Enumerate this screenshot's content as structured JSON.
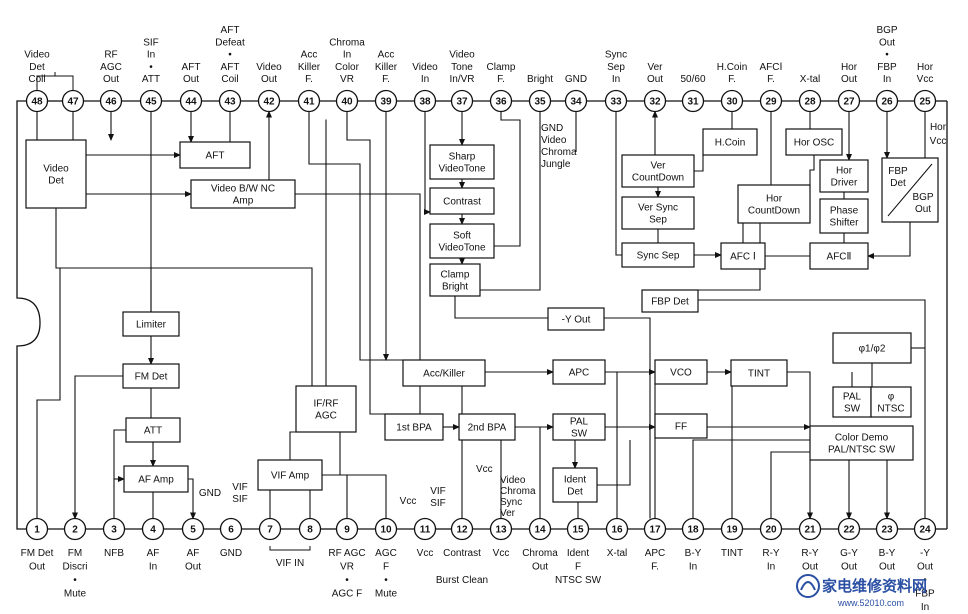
{
  "top_pins": [
    {
      "num": "48",
      "label": [
        "Video",
        "Det",
        "Coil"
      ]
    },
    {
      "num": "47",
      "label": []
    },
    {
      "num": "46",
      "label": [
        "RF",
        "AGC",
        "Out"
      ]
    },
    {
      "num": "45",
      "label": [
        "SIF",
        "In",
        "•",
        "ATT"
      ]
    },
    {
      "num": "44",
      "label": [
        "AFT",
        "Out"
      ]
    },
    {
      "num": "43",
      "label": [
        "AFT",
        "Defeat",
        "•",
        "AFT",
        "Coil"
      ]
    },
    {
      "num": "42",
      "label": [
        "Video",
        "Out"
      ]
    },
    {
      "num": "41",
      "label": [
        "Acc",
        "Killer",
        "F."
      ]
    },
    {
      "num": "40",
      "label": [
        "Chroma",
        "In",
        "Color",
        "VR"
      ]
    },
    {
      "num": "39",
      "label": [
        "Acc",
        "Killer",
        "F."
      ]
    },
    {
      "num": "38",
      "label": [
        "Video",
        "In"
      ]
    },
    {
      "num": "37",
      "label": [
        "Video",
        "Tone",
        "In/VR"
      ]
    },
    {
      "num": "36",
      "label": [
        "Clamp",
        "F."
      ]
    },
    {
      "num": "35",
      "label": [
        "Bright"
      ]
    },
    {
      "num": "34",
      "label": [
        "GND"
      ]
    },
    {
      "num": "33",
      "label": [
        "Sync",
        "Sep",
        "In"
      ]
    },
    {
      "num": "32",
      "label": [
        "Ver",
        "Out"
      ]
    },
    {
      "num": "31",
      "label": [
        "50/60"
      ]
    },
    {
      "num": "30",
      "label": [
        "H.Coin",
        "F."
      ]
    },
    {
      "num": "29",
      "label": [
        "AFCⅠ",
        "F."
      ]
    },
    {
      "num": "28",
      "label": [
        "X-tal"
      ]
    },
    {
      "num": "27",
      "label": [
        "Hor",
        "Out"
      ]
    },
    {
      "num": "26",
      "label": [
        "BGP",
        "Out",
        "•",
        "FBP",
        "In"
      ]
    },
    {
      "num": "25",
      "label": [
        "Hor",
        "Vcc"
      ]
    }
  ],
  "bottom_pins": [
    {
      "num": "1",
      "label": [
        "FM Det",
        "Out"
      ]
    },
    {
      "num": "2",
      "label": [
        "FM",
        "Discri",
        "•",
        "Mute"
      ]
    },
    {
      "num": "3",
      "label": [
        "NFB"
      ]
    },
    {
      "num": "4",
      "label": [
        "AF",
        "In"
      ]
    },
    {
      "num": "5",
      "label": [
        "AF",
        "Out"
      ]
    },
    {
      "num": "6",
      "label": [
        "GND"
      ]
    },
    {
      "num": "7",
      "label": []
    },
    {
      "num": "8",
      "label": []
    },
    {
      "num": "9",
      "label": [
        "RF  AGC",
        "VR",
        "•",
        "AGC F"
      ]
    },
    {
      "num": "10",
      "label": [
        "AGC",
        "F",
        "•",
        "Mute"
      ]
    },
    {
      "num": "11",
      "label": [
        "Vcc"
      ]
    },
    {
      "num": "12",
      "label": [
        "Contrast",
        "",
        "Burst Clean"
      ]
    },
    {
      "num": "13",
      "label": [
        "Vcc"
      ]
    },
    {
      "num": "14",
      "label": [
        "Chroma",
        "Out"
      ]
    },
    {
      "num": "15",
      "label": [
        "Ident",
        "F",
        "NTSC SW"
      ]
    },
    {
      "num": "16",
      "label": [
        "X-tal"
      ]
    },
    {
      "num": "17",
      "label": [
        "APC",
        "F."
      ]
    },
    {
      "num": "18",
      "label": [
        "B-Y",
        "In"
      ]
    },
    {
      "num": "19",
      "label": [
        "TINT"
      ]
    },
    {
      "num": "20",
      "label": [
        "R-Y",
        "In"
      ]
    },
    {
      "num": "21",
      "label": [
        "R-Y",
        "Out"
      ]
    },
    {
      "num": "22",
      "label": [
        "G-Y",
        "Out"
      ]
    },
    {
      "num": "23",
      "label": [
        "B-Y",
        "Out"
      ]
    },
    {
      "num": "24",
      "label": [
        "-Y",
        "Out",
        "•",
        "FBP",
        "In"
      ]
    }
  ],
  "vif_in_label": "VIF  IN",
  "blocks": {
    "video_det": [
      "Video",
      "Det"
    ],
    "aft": [
      "AFT"
    ],
    "video_bw_nc": [
      "Video B/W NC",
      "Amp"
    ],
    "sharp_video_tone": [
      "Sharp",
      "VideoTone"
    ],
    "contrast": [
      "Contrast"
    ],
    "soft_video_tone": [
      "Soft",
      "VideoTone"
    ],
    "clamp_bright": [
      "Clamp",
      "Bright"
    ],
    "h_coin": [
      "H.Coin"
    ],
    "hor_osc": [
      "Hor OSC"
    ],
    "ver_countdown": [
      "Ver",
      "CountDown"
    ],
    "ver_sync_sep": [
      "Ver Sync",
      "Sep"
    ],
    "hor_countdown": [
      "Hor",
      "CountDown"
    ],
    "hor_driver": [
      "Hor",
      "Driver"
    ],
    "fbp_det_bgp_out": [
      "FBP",
      "Det",
      "BGP",
      "Out"
    ],
    "phase_shifter": [
      "Phase",
      "Shifter"
    ],
    "sync_sep": [
      "Sync Sep"
    ],
    "afc1": [
      "AFC Ⅰ"
    ],
    "afc2": [
      "AFCⅡ"
    ],
    "fbp_det": [
      "FBP Det"
    ],
    "y_out": [
      "-Y Out"
    ],
    "limiter": [
      "Limiter"
    ],
    "fm_det": [
      "FM Det"
    ],
    "acc_killer": [
      "Acc/Killer"
    ],
    "apc": [
      "APC"
    ],
    "vco": [
      "VCO"
    ],
    "tint": [
      "TINT"
    ],
    "phi": [
      "φ1/φ2"
    ],
    "if_rf_agc": [
      "IF/RF",
      "AGC"
    ],
    "att": [
      "ATT"
    ],
    "first_bpa": [
      "1st BPA"
    ],
    "second_bpa": [
      "2nd BPA"
    ],
    "pal_sw": [
      "PAL",
      "SW"
    ],
    "ff": [
      "FF"
    ],
    "pal_sw2": [
      "PAL",
      "SW"
    ],
    "phi_ntsc": [
      "φ",
      "NTSC"
    ],
    "color_demo": [
      "Color Demo",
      "PAL/NTSC SW"
    ],
    "af_amp": [
      "AF Amp"
    ],
    "vif_amp": [
      "VIF Amp"
    ],
    "ident_det": [
      "Ident",
      "Det"
    ]
  },
  "annotations": {
    "gnd_jungle": [
      "GND",
      "Video",
      "Chroma",
      "Jungle"
    ],
    "hor_vcc": [
      "Hor",
      "Vcc"
    ],
    "gnd_vif_sif": [
      "GND",
      "VIF",
      "SIF"
    ],
    "vcc_vif_sif": [
      "Vcc",
      "VIF",
      "SIF"
    ],
    "vcc_video_chroma": [
      "Vcc",
      "Video",
      "Chroma",
      "Sync",
      "Ver"
    ]
  },
  "watermark": {
    "text": "家电维修资料网",
    "url": "www.52010.com"
  }
}
